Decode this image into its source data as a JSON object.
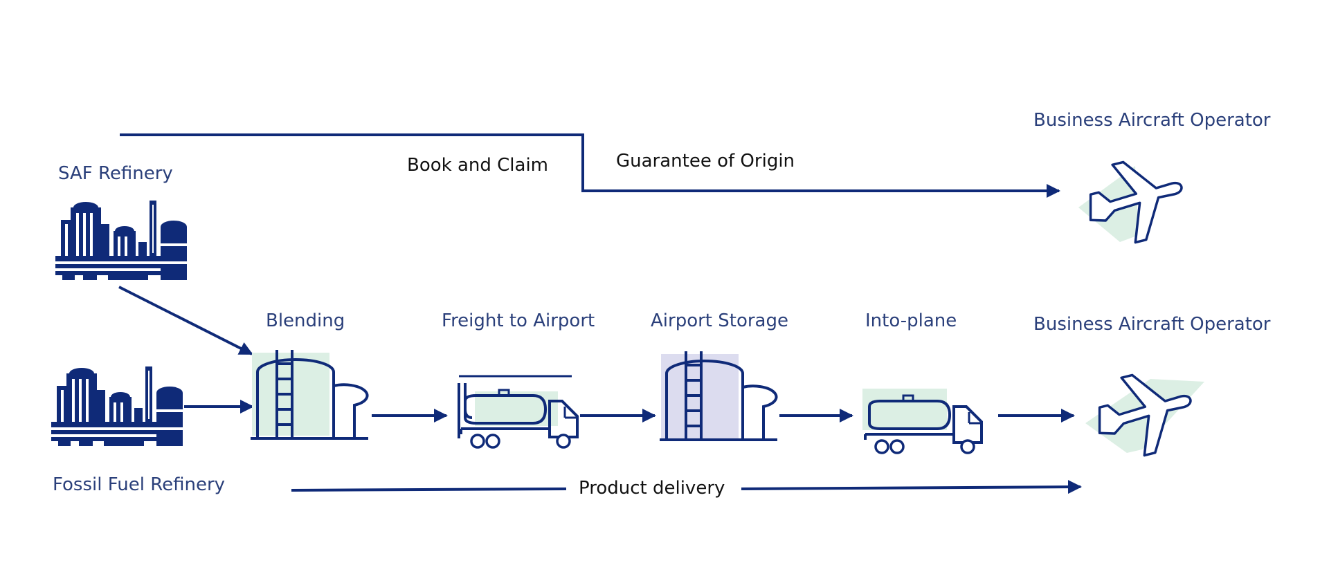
{
  "colors": {
    "navy": "#0f2a78",
    "mint": "#dcefe4",
    "lavender": "#dcdcef",
    "label_blue": "#2a3f7a",
    "label_dark": "#111111"
  },
  "labels": {
    "saf_refinery": "SAF Refinery",
    "fossil_fuel_refinery": "Fossil Fuel Refinery",
    "book_and_claim": "Book and Claim",
    "guarantee_of_origin": "Guarantee of Origin",
    "business_aircraft_operator_top": "Business Aircraft Operator",
    "business_aircraft_operator_bottom": "Business Aircraft Operator",
    "blending": "Blending",
    "freight_to_airport": "Freight to Airport",
    "airport_storage": "Airport Storage",
    "into_plane": "Into-plane",
    "product_delivery": "Product delivery"
  },
  "icons": {
    "saf_refinery": "refinery-icon",
    "fossil_refinery": "refinery-icon",
    "blending": "storage-tank-icon",
    "freight": "tanker-truck-icon",
    "airport_storage": "storage-tank-icon",
    "into_plane": "tanker-truck-icon",
    "aircraft": "airplane-icon"
  }
}
